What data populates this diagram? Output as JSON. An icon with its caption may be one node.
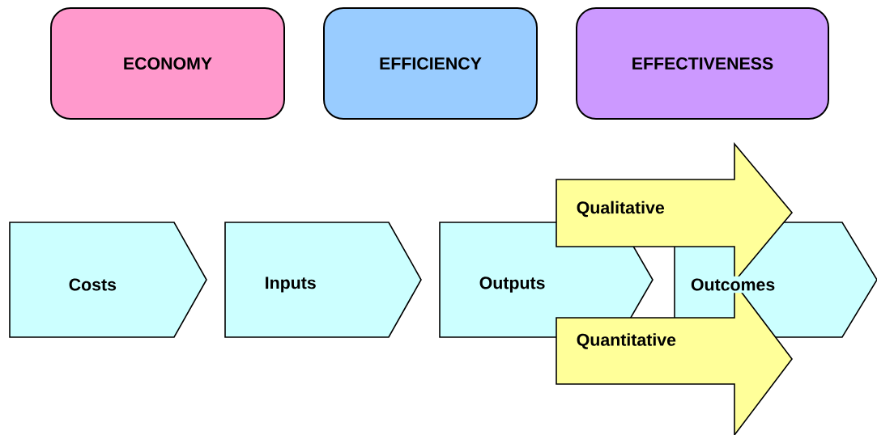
{
  "diagram": {
    "nodes": [
      {
        "text": [
          "ECONOMY"
        ]
      },
      {
        "text": [
          "EFFICIENCY"
        ]
      },
      {
        "text": [
          "EFFECTIVENESS"
        ]
      },
      {
        "text": [
          "Costs"
        ]
      },
      {
        "text": [
          "Inputs"
        ]
      },
      {
        "text": [
          "Outputs"
        ]
      },
      {
        "text": [
          "Outcomes"
        ]
      },
      {
        "text": [
          "Qualitative"
        ]
      },
      {
        "text": [
          "Quantitative"
        ]
      }
    ]
  }
}
